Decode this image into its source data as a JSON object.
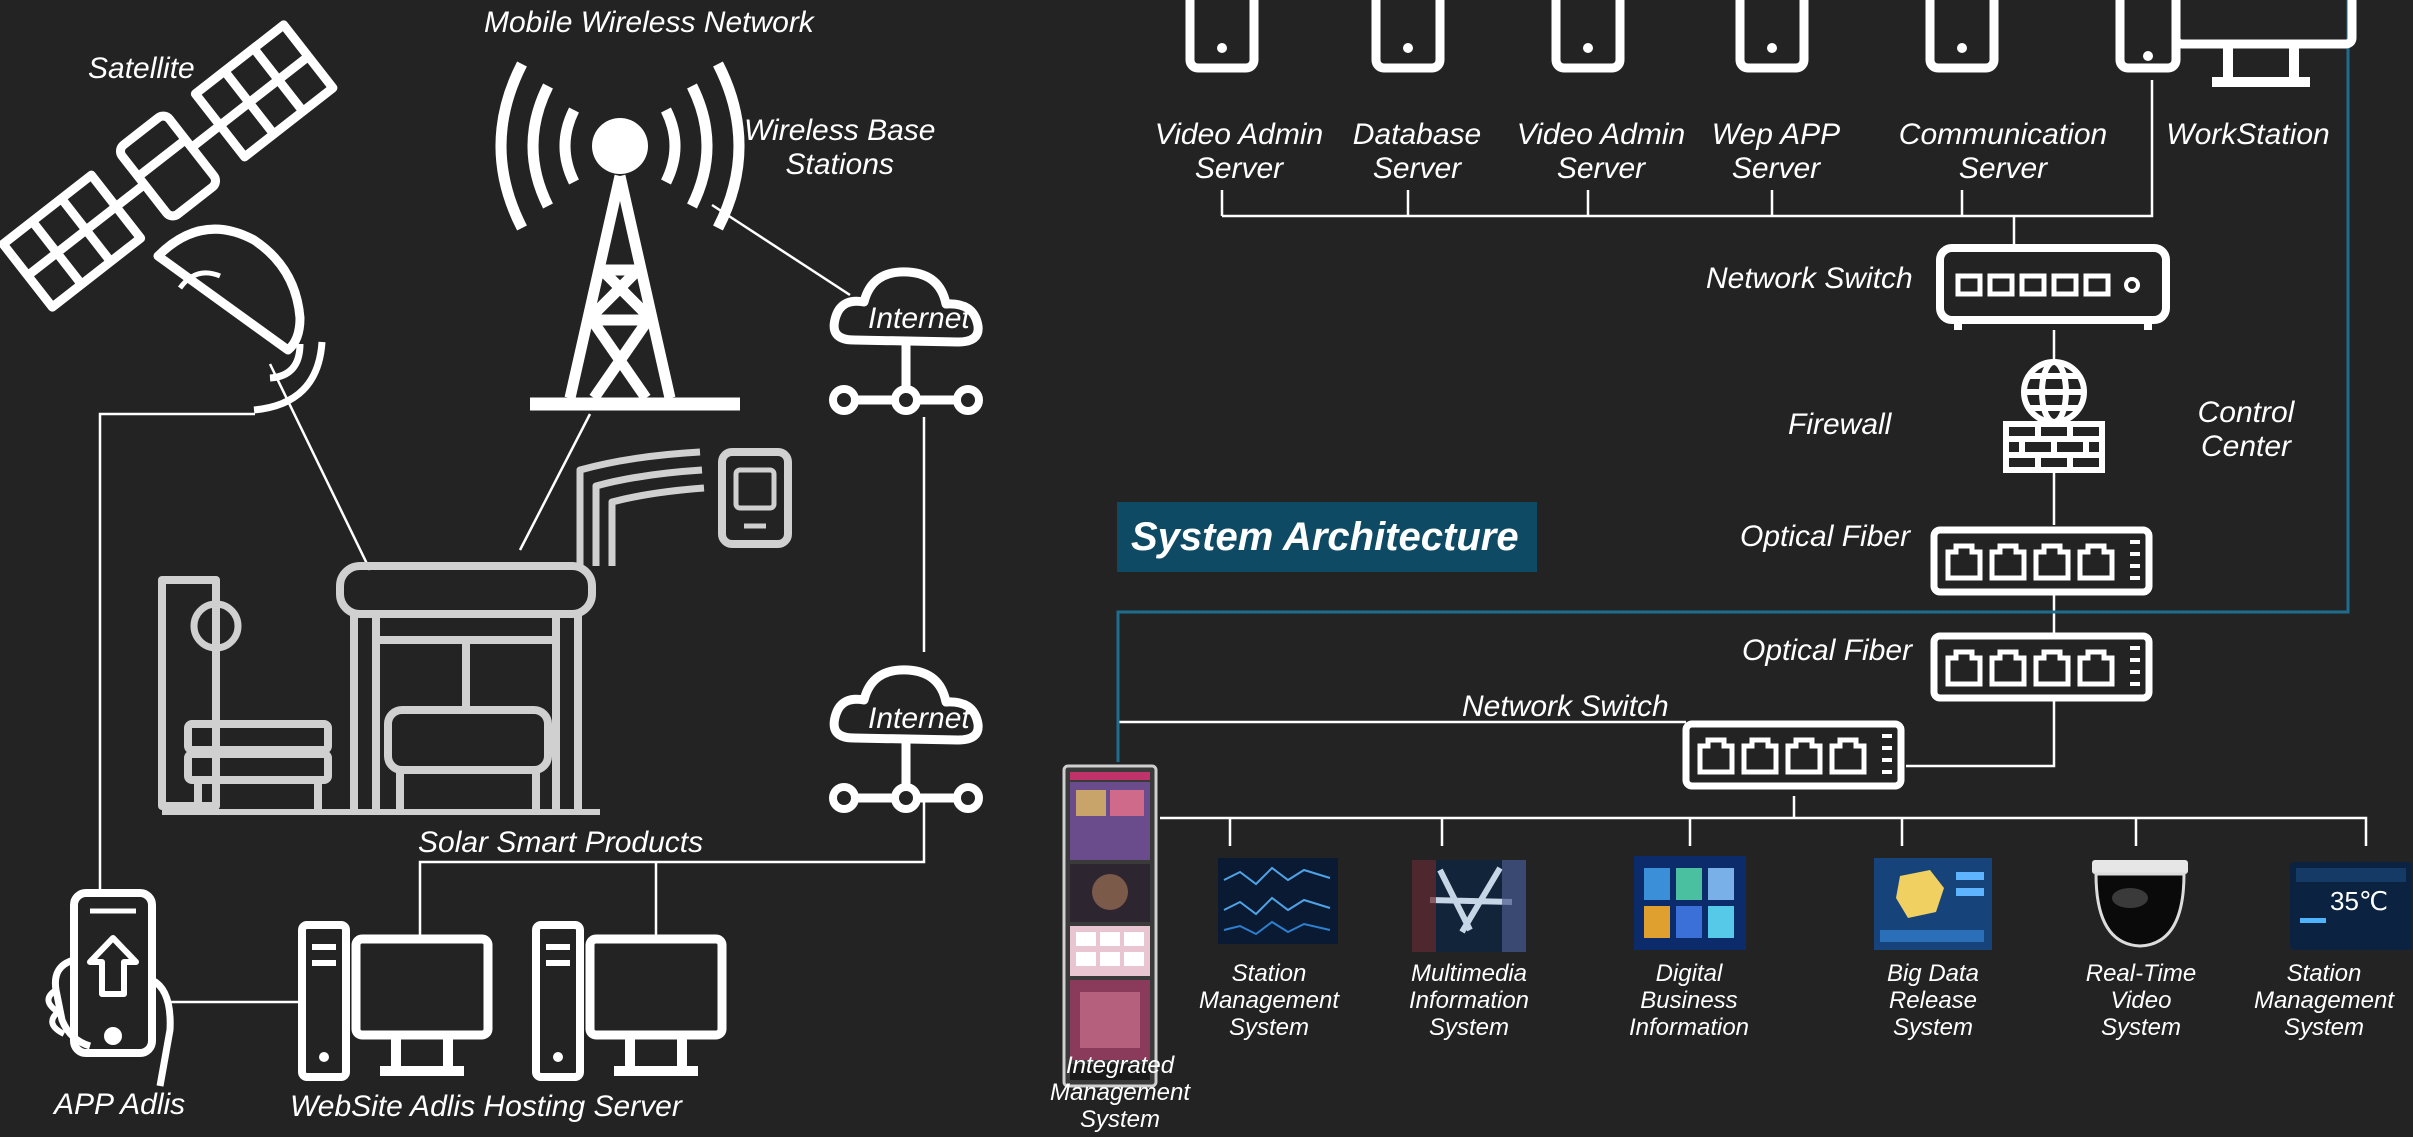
{
  "title": "System Architecture",
  "left": {
    "satellite": "Satellite",
    "mobile_network": "Mobile Wireless Network",
    "base_stations": "Wireless Base\nStations",
    "internet_top": "Internet",
    "internet_bottom": "Internet",
    "solar_products": "Solar Smart Products",
    "app": "APP Adlis",
    "website": "WebSite Adlis Hosting Server"
  },
  "servers": [
    "Video Admin\nServer",
    "Database\nServer",
    "Video Admin\nServer",
    "Wep APP\nServer",
    "Communication\nServer",
    "WorkStation"
  ],
  "network": {
    "switch_top": "Network Switch",
    "firewall": "Firewall",
    "control_center": "Control\nCenter",
    "optical_fiber_1": "Optical Fiber",
    "optical_fiber_2": "Optical Fiber",
    "switch_bottom": "Network Switch"
  },
  "integrated": "Integrated\nManagement\nSystem",
  "systems": [
    "Station\nManagement\nSystem",
    "Multimedia\nInformation\nSystem",
    "Digital\nBusiness\nInformation",
    "Big Data\nRelease\nSystem",
    "Real-Time\nVideo\nSystem",
    "Station\nManagement\nSystem"
  ],
  "thermo_display": "35℃",
  "colors": {
    "background": "#232323",
    "line": "#ffffff",
    "accent": "#0e4a63",
    "accent_line": "#1d6d8c"
  },
  "icons": [
    "satellite-icon",
    "radio-tower-icon",
    "cloud-network-icon",
    "bus-shelter-icon",
    "smartphone-icon",
    "desktop-icon",
    "server-icon",
    "network-switch-icon",
    "firewall-icon",
    "fiber-switch-icon",
    "dome-camera-icon"
  ]
}
